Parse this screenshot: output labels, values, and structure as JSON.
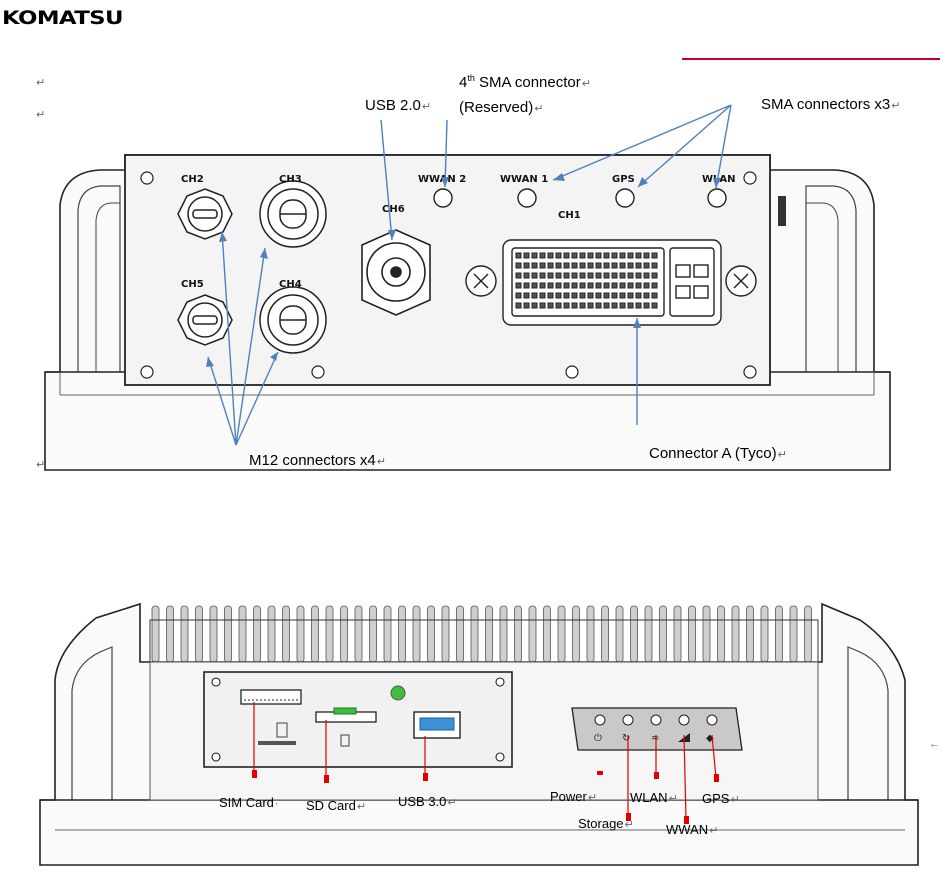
{
  "header": {
    "logo_text": "KOMATSU"
  },
  "top_view": {
    "callouts": {
      "sma_4th": "4th SMA connector",
      "sma_4th_sup": "th",
      "sma_4th_num": "4",
      "sma_4th_rest": " SMA connector",
      "reserved": "(Reserved)",
      "usb2": "USB 2.0",
      "sma_x3": "SMA connectors x3",
      "m12_x4": "M12 connectors x4",
      "connector_a": "Connector A (Tyco)"
    },
    "panel_labels": {
      "ch2": "CH2",
      "ch3": "CH3",
      "ch5": "CH5",
      "ch4": "CH4",
      "ch6": "CH6",
      "wwan2": "WWAN 2",
      "wwan1": "WWAN 1",
      "gps": "GPS",
      "wlan": "WLAN",
      "ch1": "CH1"
    }
  },
  "bottom_view": {
    "callouts": {
      "sim_card": "SIM Card",
      "sd_card": "SD Card",
      "usb3": "USB 3.0",
      "power": "Power",
      "storage": "Storage",
      "wlan": "WLAN",
      "wwan": "WWAN",
      "gps": "GPS"
    }
  },
  "colors": {
    "callout_line": "#4f81bd",
    "red_marker": "#e00000",
    "rule": "#c0002a",
    "led_green": "#3fbf3f"
  }
}
